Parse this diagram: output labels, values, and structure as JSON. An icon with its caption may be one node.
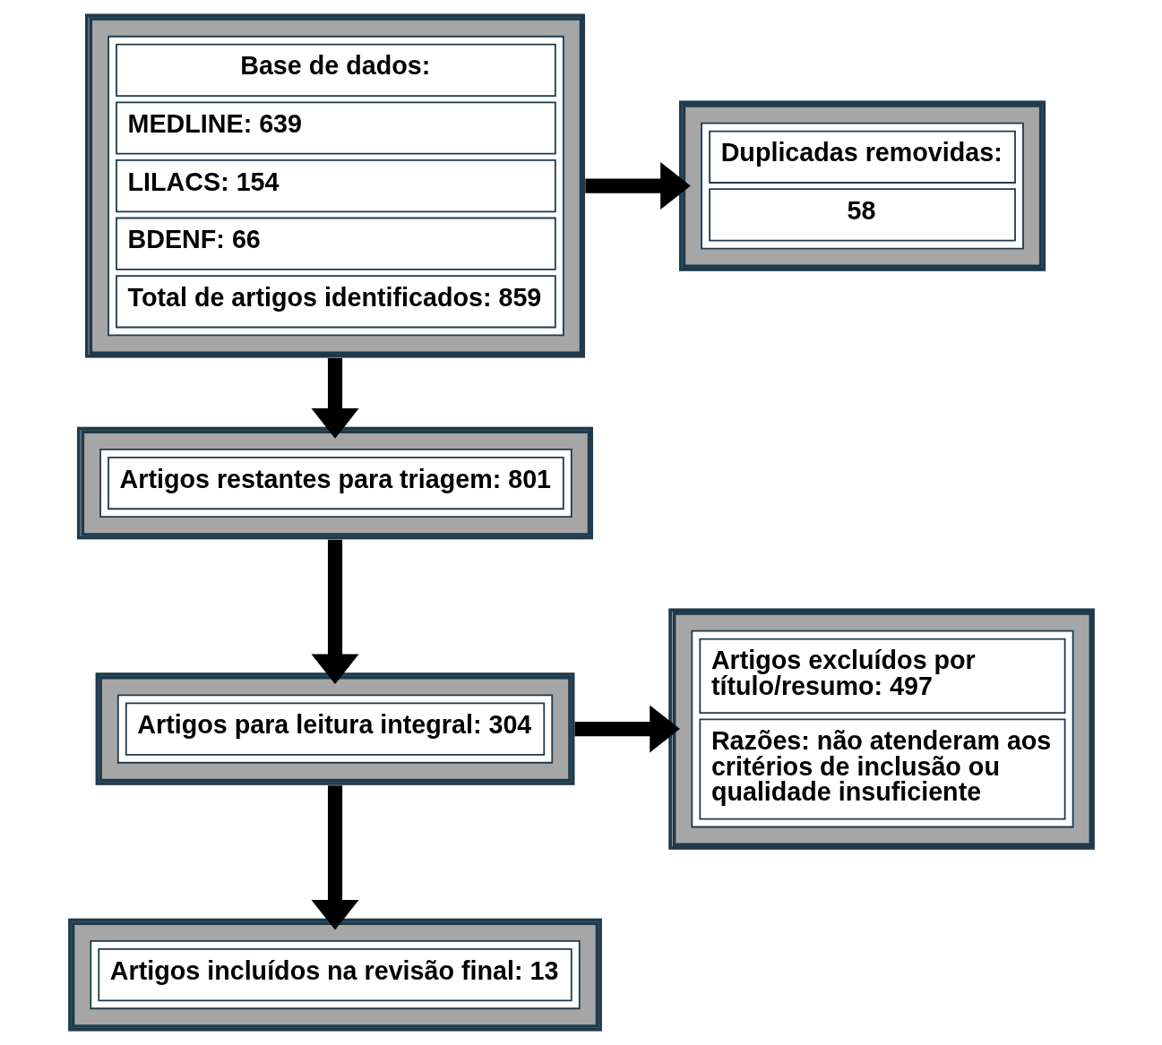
{
  "diagram": {
    "nodes": [
      {
        "text": [
          "Base de dados:",
          "MEDLINE: 639",
          "LILACS: 154",
          "BDENF: 66",
          "Total de artigos identificados: 859"
        ]
      },
      {
        "text": [
          "Duplicadas removidas:",
          "58"
        ]
      },
      {
        "text": [
          "Artigos restantes para triagem: 801"
        ]
      },
      {
        "text": [
          "Artigos para leitura integral: 304"
        ]
      },
      {
        "text": [
          "Artigos excluídos por título/resumo: 497",
          "Razões: não atenderam aos critérios de inclusão ou qualidade insuficiente"
        ]
      },
      {
        "text": [
          "Artigos incluídos na revisão final: 13"
        ]
      }
    ],
    "edges": [
      {
        "from": 0,
        "to": 1,
        "arrow": "to"
      },
      {
        "from": 0,
        "to": 2,
        "arrow": "to"
      },
      {
        "from": 2,
        "to": 3,
        "arrow": "to"
      },
      {
        "from": 3,
        "to": 4,
        "arrow": "to"
      },
      {
        "from": 3,
        "to": 5,
        "arrow": "to"
      }
    ]
  }
}
